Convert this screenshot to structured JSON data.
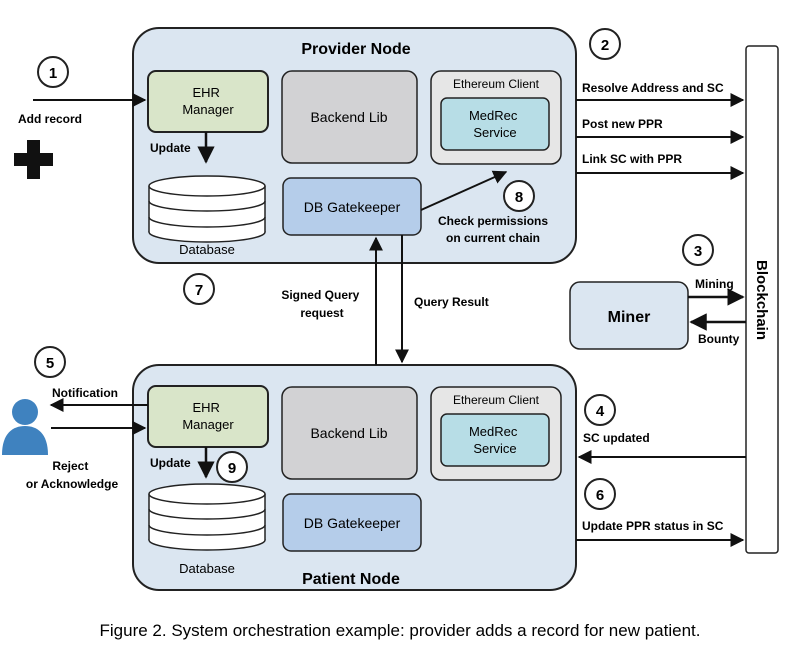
{
  "provider_node": {
    "title": "Provider Node",
    "ehr_manager": [
      "EHR",
      "Manager"
    ],
    "backend_lib": "Backend Lib",
    "ethereum_client": "Ethereum Client",
    "medrec_service": [
      "MedRec",
      "Service"
    ],
    "db_gatekeeper": "DB Gatekeeper",
    "database": "Database",
    "update": "Update"
  },
  "patient_node": {
    "title": "Patient Node",
    "ehr_manager": [
      "EHR",
      "Manager"
    ],
    "backend_lib": "Backend Lib",
    "ethereum_client": "Ethereum Client",
    "medrec_service": [
      "MedRec",
      "Service"
    ],
    "db_gatekeeper": "DB Gatekeeper",
    "database": "Database",
    "update": "Update"
  },
  "miner": "Miner",
  "blockchain": "Blockchain",
  "steps": [
    "1",
    "2",
    "3",
    "4",
    "5",
    "6",
    "7",
    "8",
    "9"
  ],
  "labels": {
    "add_record": "Add record",
    "resolve": "Resolve Address and SC",
    "post_ppr": "Post new PPR",
    "link_sc": "Link SC with PPR",
    "check_permissions": [
      "Check permissions",
      "on current chain"
    ],
    "mining": "Mining",
    "bounty": "Bounty",
    "signed_query": [
      "Signed Query",
      "request"
    ],
    "query_result": "Query Result",
    "notification": "Notification",
    "reject_ack": [
      "Reject",
      "or Acknowledge"
    ],
    "sc_updated": "SC updated",
    "update_ppr": "Update PPR status in SC"
  },
  "caption": "Figure 2. System orchestration example:  provider adds a record for new patient.",
  "colors": {
    "node_fill": "#dbe6f1",
    "ehr_fill": "#d9e5c9",
    "backend_fill": "#d2d2d4",
    "medrec_fill": "#b7dde6",
    "gatekeeper_fill": "#b5cdea",
    "outline": "#222222"
  }
}
